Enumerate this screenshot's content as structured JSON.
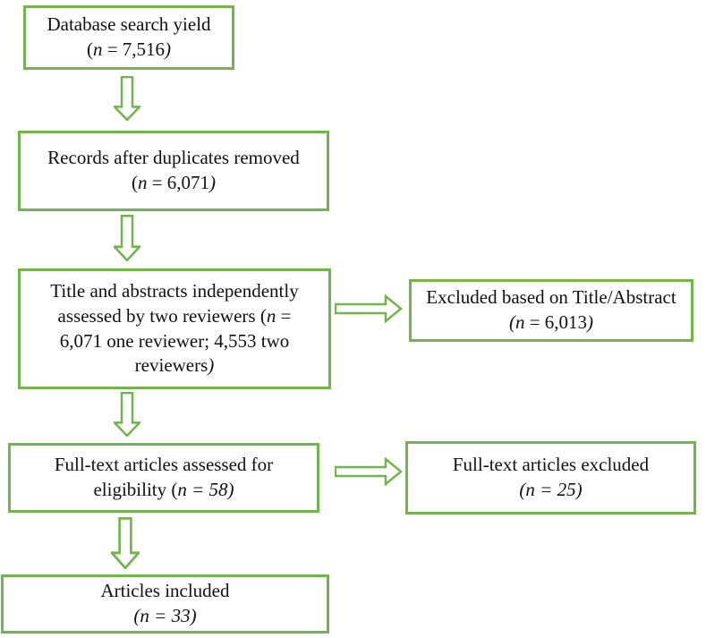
{
  "figure": {
    "background": "#ffffff",
    "accent_green": "#74b44e",
    "text_color": "#111111"
  },
  "boxes": {
    "database": {
      "text": "Database search yield (n = 7,516)",
      "segments": [
        {
          "t": "Database search yield"
        },
        {
          "br": true
        },
        {
          "t": "("
        },
        {
          "t": "n",
          "i": true
        },
        {
          "t": " = 7,516"
        },
        {
          "t": ")",
          "i": true
        }
      ]
    },
    "duplicates": {
      "text": "Records after duplicates removed (n = 6,071)",
      "segments": [
        {
          "t": "Records after duplicates removed"
        },
        {
          "br": true
        },
        {
          "t": "("
        },
        {
          "t": "n",
          "i": true
        },
        {
          "t": " = 6,071"
        },
        {
          "t": ")",
          "i": true
        }
      ]
    },
    "title_abstract": {
      "text": "Title and abstracts independently assessed by two reviewers (n = 6,071 one reviewer; 4,553 two reviewers)",
      "segments": [
        {
          "t": "Title and abstracts independently"
        },
        {
          "br": true
        },
        {
          "t": "assessed by two reviewers ("
        },
        {
          "t": "n",
          "i": true
        },
        {
          "t": " ="
        },
        {
          "br": true
        },
        {
          "t": "6,071 one reviewer; 4,553 two"
        },
        {
          "br": true
        },
        {
          "t": "reviewers"
        },
        {
          "t": ")",
          "i": true
        }
      ]
    },
    "excluded_title_abstract": {
      "text": "Excluded based on Title/Abstract (n = 6,013)",
      "segments": [
        {
          "t": "Excluded based on Title/Abstract"
        },
        {
          "br": true
        },
        {
          "t": "(",
          "i": true
        },
        {
          "t": "n",
          "i": true
        },
        {
          "t": " = 6,013"
        },
        {
          "t": ")",
          "i": true
        }
      ]
    },
    "fulltext": {
      "text": "Full-text articles assessed for eligibility (n = 58)",
      "segments": [
        {
          "t": "Full-text articles assessed for"
        },
        {
          "br": true
        },
        {
          "t": "eligibility ("
        },
        {
          "t": "n",
          "i": true
        },
        {
          "t": " = 58)",
          "i": true
        }
      ]
    },
    "fulltext_excluded": {
      "text": "Full-text articles excluded (n = 25)",
      "segments": [
        {
          "t": "Full-text articles excluded"
        },
        {
          "br": true
        },
        {
          "t": "(n = 25)",
          "i": true
        }
      ]
    },
    "included": {
      "text": "Articles included (n = 33)",
      "segments": [
        {
          "t": "Articles included"
        },
        {
          "br": true
        },
        {
          "t": "(n = 33)",
          "i": true
        }
      ]
    }
  },
  "arrows": {
    "v1": {
      "icon": "arrow-down-icon",
      "from": "database",
      "to": "duplicates"
    },
    "v2": {
      "icon": "arrow-down-icon",
      "from": "duplicates",
      "to": "title_abstract"
    },
    "v3": {
      "icon": "arrow-down-icon",
      "from": "title_abstract",
      "to": "fulltext"
    },
    "v4": {
      "icon": "arrow-down-icon",
      "from": "fulltext",
      "to": "included"
    },
    "h1": {
      "icon": "arrow-right-icon",
      "from": "title_abstract",
      "to": "excluded_title_abstract"
    },
    "h2": {
      "icon": "arrow-right-icon",
      "from": "fulltext",
      "to": "fulltext_excluded"
    }
  }
}
